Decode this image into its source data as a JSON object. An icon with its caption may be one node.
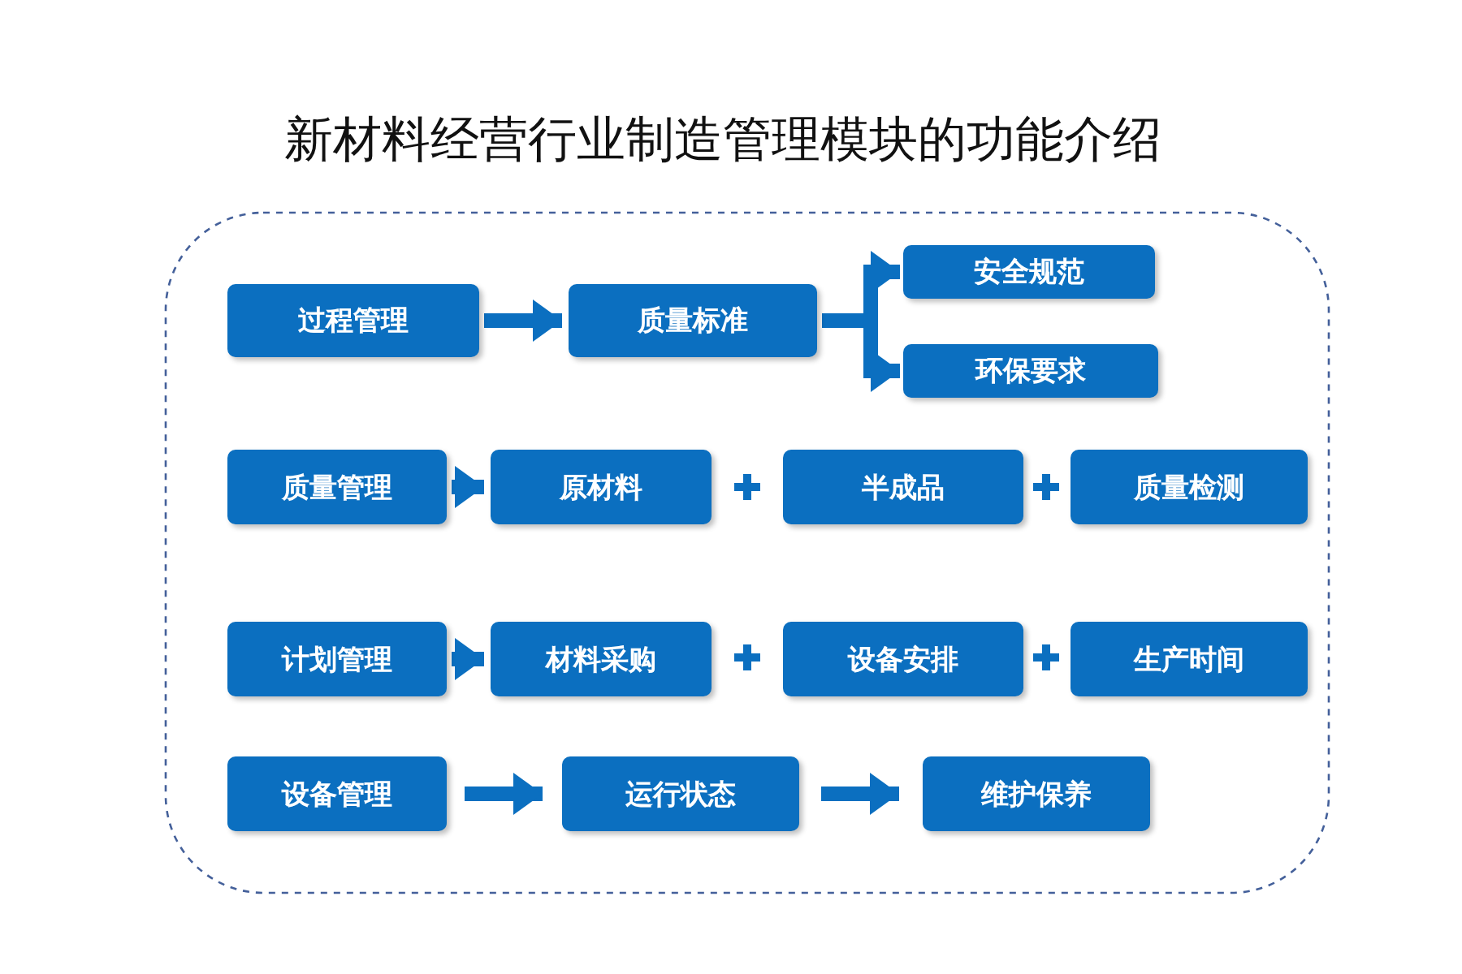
{
  "diagram": {
    "title": "新材料经营行业制造管理模块的功能介绍",
    "nodes": [
      {
        "text": [
          "过程管理"
        ]
      },
      {
        "text": [
          "质量标准"
        ]
      },
      {
        "text": [
          "安全规范"
        ]
      },
      {
        "text": [
          "环保要求"
        ]
      },
      {
        "text": [
          "质量管理"
        ]
      },
      {
        "text": [
          "原材料"
        ]
      },
      {
        "text": [
          "半成品"
        ]
      },
      {
        "text": [
          "质量检测"
        ]
      },
      {
        "text": [
          "计划管理"
        ]
      },
      {
        "text": [
          "材料采购"
        ]
      },
      {
        "text": [
          "设备安排"
        ]
      },
      {
        "text": [
          "生产时间"
        ]
      },
      {
        "text": [
          "设备管理"
        ]
      },
      {
        "text": [
          "运行状态"
        ]
      },
      {
        "text": [
          "维护保养"
        ]
      }
    ],
    "edges": [
      {
        "from": 0,
        "to": 1,
        "arrow": "to"
      },
      {
        "from": 1,
        "to": 2,
        "arrow": "to"
      },
      {
        "from": 1,
        "to": 3,
        "arrow": "to"
      },
      {
        "from": 4,
        "to": 5,
        "arrow": "to"
      },
      {
        "from": 8,
        "to": 9,
        "arrow": "to"
      },
      {
        "from": 12,
        "to": 13,
        "arrow": "to"
      },
      {
        "from": 13,
        "to": 14,
        "arrow": "to"
      }
    ]
  }
}
